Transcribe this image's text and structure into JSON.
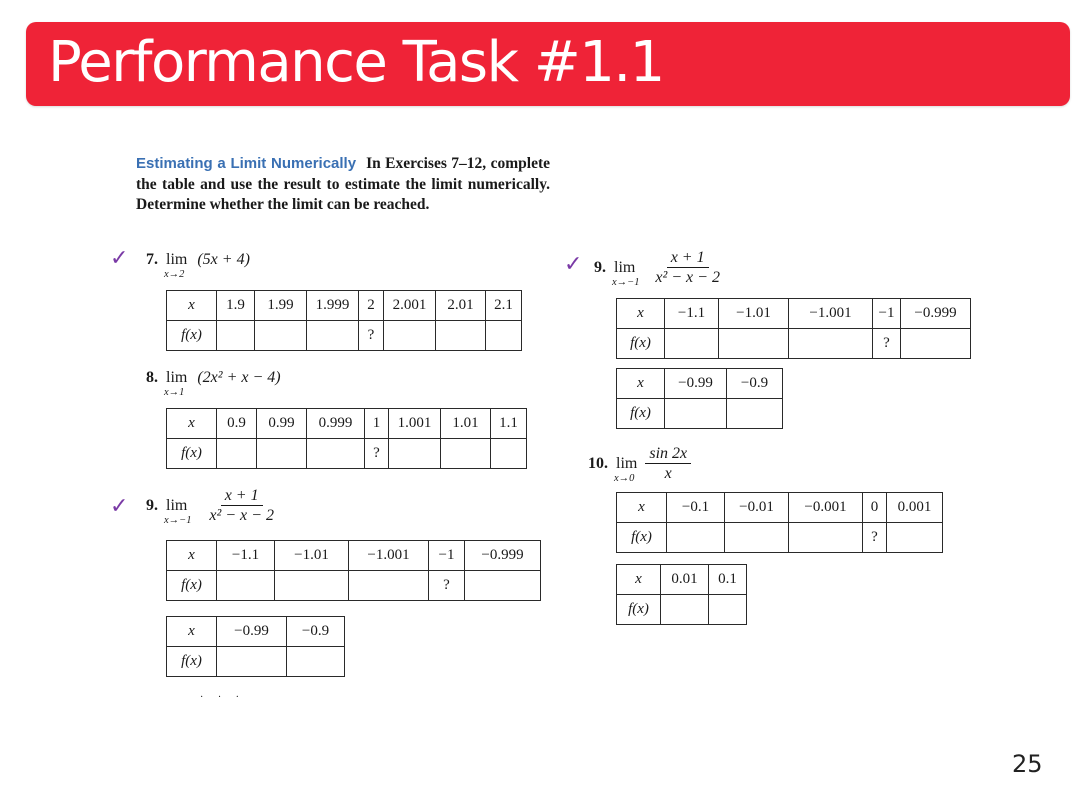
{
  "banner": {
    "title": "Performance Task #1.1",
    "color": "#ef2337"
  },
  "intro": {
    "heading": "Estimating a Limit Numerically",
    "text": "In Exercises 7–12, complete the table and use the result to estimate the limit numerically. Determine whether the limit can be reached."
  },
  "check_mark": "✓",
  "ex7": {
    "number": "7.",
    "lim": "lim",
    "sub": "x→2",
    "expr": "(5x + 4)",
    "table": {
      "x_label": "x",
      "f_label": "f(x)",
      "x": [
        "1.9",
        "1.99",
        "1.999",
        "2",
        "2.001",
        "2.01",
        "2.1"
      ],
      "f": [
        "",
        "",
        "",
        "?",
        "",
        "",
        ""
      ]
    }
  },
  "ex8": {
    "number": "8.",
    "lim": "lim",
    "sub": "x→1",
    "expr": "(2x² + x − 4)",
    "table": {
      "x_label": "x",
      "f_label": "f(x)",
      "x": [
        "0.9",
        "0.99",
        "0.999",
        "1",
        "1.001",
        "1.01",
        "1.1"
      ],
      "f": [
        "",
        "",
        "",
        "?",
        "",
        "",
        ""
      ]
    }
  },
  "ex9_left": {
    "number": "9.",
    "lim": "lim",
    "sub": "x→−1",
    "num": "x + 1",
    "den": "x² − x − 2",
    "table1": {
      "x_label": "x",
      "f_label": "f(x)",
      "x": [
        "−1.1",
        "−1.01",
        "−1.001",
        "−1",
        "−0.999"
      ],
      "f": [
        "",
        "",
        "",
        "?",
        ""
      ]
    },
    "table2": {
      "x_label": "x",
      "f_label": "f(x)",
      "x": [
        "−0.99",
        "−0.9"
      ],
      "f": [
        "",
        ""
      ]
    }
  },
  "ex9_right": {
    "number": "9.",
    "lim": "lim",
    "sub": "x→−1",
    "num": "x + 1",
    "den": "x² − x − 2",
    "table1": {
      "x_label": "x",
      "f_label": "f(x)",
      "x": [
        "−1.1",
        "−1.01",
        "−1.001",
        "−1",
        "−0.999"
      ],
      "f": [
        "",
        "",
        "",
        "?",
        ""
      ]
    },
    "table2": {
      "x_label": "x",
      "f_label": "f(x)",
      "x": [
        "−0.99",
        "−0.9"
      ],
      "f": [
        "",
        ""
      ]
    }
  },
  "ex10": {
    "number": "10.",
    "lim": "lim",
    "sub": "x→0",
    "num": "sin 2x",
    "den": "x",
    "table1": {
      "x_label": "x",
      "f_label": "f(x)",
      "x": [
        "−0.1",
        "−0.01",
        "−0.001",
        "0",
        "0.001"
      ],
      "f": [
        "",
        "",
        "",
        "?",
        ""
      ]
    },
    "table2": {
      "x_label": "x",
      "f_label": "f(x)",
      "x": [
        "0.01",
        "0.1"
      ],
      "f": [
        "",
        ""
      ]
    }
  },
  "page_number": "25"
}
